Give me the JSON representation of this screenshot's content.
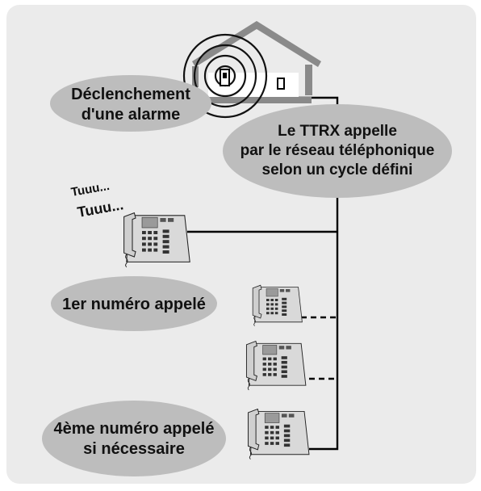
{
  "labels": {
    "alarm": [
      "Déclenchement",
      "d'une alarme"
    ],
    "ttrx": [
      "Le TTRX appelle",
      "par le réseau téléphonique",
      "selon un cycle défini"
    ],
    "first": [
      "1er numéro appelé"
    ],
    "fourth": [
      "4ème numéro appelé",
      "si nécessaire"
    ],
    "ring1": "Tuuu...",
    "ring2": "Tuuu..."
  },
  "colors": {
    "background": "#ebebeb",
    "bubble": "#bdbdbd",
    "roof": "#8a8a8a",
    "phone": "#d9d9d9",
    "line": "#000000"
  },
  "icons": [
    "house-icon",
    "alarm-waves-icon",
    "telephone-icon"
  ]
}
